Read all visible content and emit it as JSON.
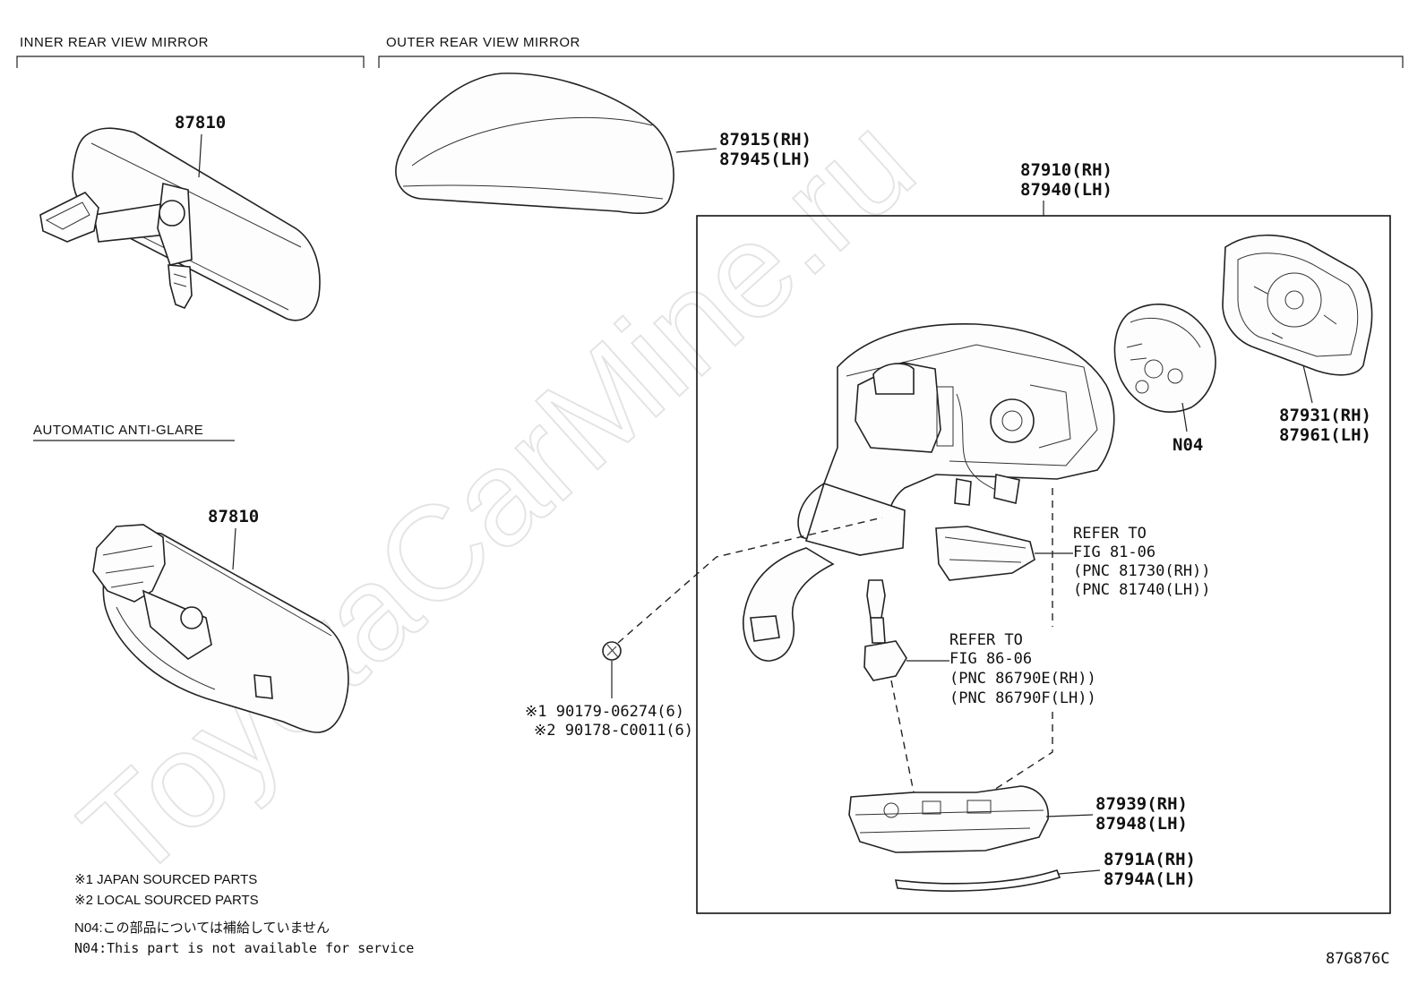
{
  "sections": {
    "inner_header": "INNER REAR VIEW MIRROR",
    "outer_header": "OUTER REAR VIEW MIRROR",
    "auto_header": "AUTOMATIC ANTI-GLARE"
  },
  "watermark": "ToyotaCarMine.ru",
  "callouts": {
    "inner_mirror": "87810",
    "auto_mirror": "87810",
    "cover_rh": "87915(RH)",
    "cover_lh": "87945(LH)",
    "assy_rh": "87910(RH)",
    "assy_lh": "87940(LH)",
    "motor": "N04",
    "glass_rh": "87931(RH)",
    "glass_lh": "87961(LH)",
    "lamp_rh": "87939(RH)",
    "lamp_lh": "87948(LH)",
    "garnish_rh": "8791A(RH)",
    "garnish_lh": "8794A(LH)",
    "clip_1": "※1 90179-06274(6)",
    "clip_2": "※2 90178-C0011(6)"
  },
  "refer_1": {
    "line1": "REFER TO",
    "line2": "FIG 81-06",
    "line3": "(PNC 81730(RH))",
    "line4": "(PNC 81740(LH))"
  },
  "refer_2": {
    "line1": "REFER TO",
    "line2": "FIG 86-06",
    "line3": "(PNC 86790E(RH))",
    "line4": "(PNC 86790F(LH))"
  },
  "notes": {
    "n1": "※1 JAPAN SOURCED PARTS",
    "n2": "※2 LOCAL SOURCED PARTS",
    "n3": "N04:この部品については補給していません",
    "n4": "N04:This part is not available for service"
  },
  "figure_id": "87G876C"
}
